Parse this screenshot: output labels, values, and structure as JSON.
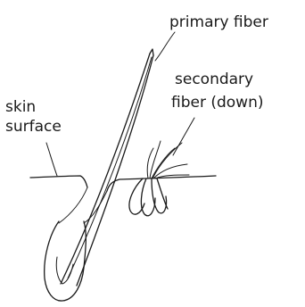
{
  "labels": {
    "primary_fiber": "primary fiber",
    "secondary_fiber_line1": "secondary",
    "secondary_fiber_line2": "fiber (down)",
    "skin_surface_line1": "skin",
    "skin_surface_line2": "surface"
  },
  "colors": {
    "ink": "#1a1a1a",
    "background": "#ffffff"
  }
}
